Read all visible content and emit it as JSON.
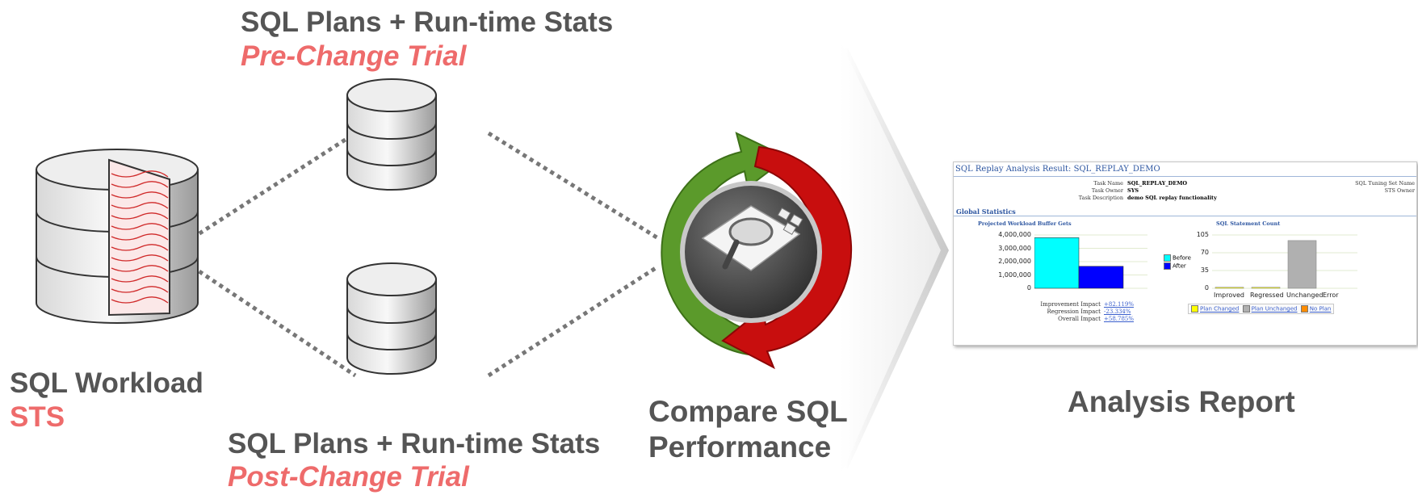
{
  "labels": {
    "pre_title": "SQL Plans + Run-time Stats",
    "pre_trial": "Pre-Change Trial",
    "post_title": "SQL Plans + Run-time Stats",
    "post_trial": "Post-Change Trial",
    "workload_title": "SQL Workload",
    "workload_sub": "STS",
    "compare_line1": "Compare SQL",
    "compare_line2": "Performance",
    "report_caption": "Analysis Report"
  },
  "report": {
    "title": "SQL Replay Analysis Result: SQL_REPLAY_DEMO",
    "task_name_label": "Task Name",
    "task_name": "SQL_REPLAY_DEMO",
    "task_owner_label": "Task Owner",
    "task_owner": "SYS",
    "task_desc_label": "Task Description",
    "task_desc": "demo SQL replay functionality",
    "sts_name_label": "SQL Tuning Set Name",
    "sts_owner_label": "STS Owner",
    "global_stats": "Global Statistics",
    "impact_labels": [
      "Improvement Impact",
      "Regression Impact",
      "Overall Impact"
    ],
    "impact_values": [
      "+82.119%",
      "-23.334%",
      "+58.785%"
    ],
    "plan_legend": [
      "Plan Changed",
      "Plan Unchanged",
      "No Plan"
    ]
  },
  "colors": {
    "accent_red": "#ee6b6b",
    "label_gray": "#555555",
    "arrow_green": "#5b9a2b",
    "arrow_red": "#c80e0e",
    "before": "#00ffff",
    "after": "#0000ff"
  },
  "chart_data": [
    {
      "type": "bar",
      "title": "Projected Workload Buffer Gets",
      "categories": [
        ""
      ],
      "series": [
        {
          "name": "Before",
          "values": [
            3800000
          ]
        },
        {
          "name": "After",
          "values": [
            1650000
          ]
        }
      ],
      "ylim": [
        0,
        4000000
      ],
      "yticks": [
        "4,000,000",
        "3,000,000",
        "2,000,000",
        "1,000,000",
        "0"
      ],
      "legend": "right"
    },
    {
      "type": "bar",
      "title": "SQL Statement Count",
      "categories": [
        "Improved",
        "Regressed",
        "Unchanged",
        "Error"
      ],
      "values": [
        2,
        2,
        94,
        0
      ],
      "ylim": [
        0,
        105
      ],
      "yticks": [
        "105",
        "70",
        "35",
        "0"
      ],
      "legend": "bottom"
    }
  ]
}
